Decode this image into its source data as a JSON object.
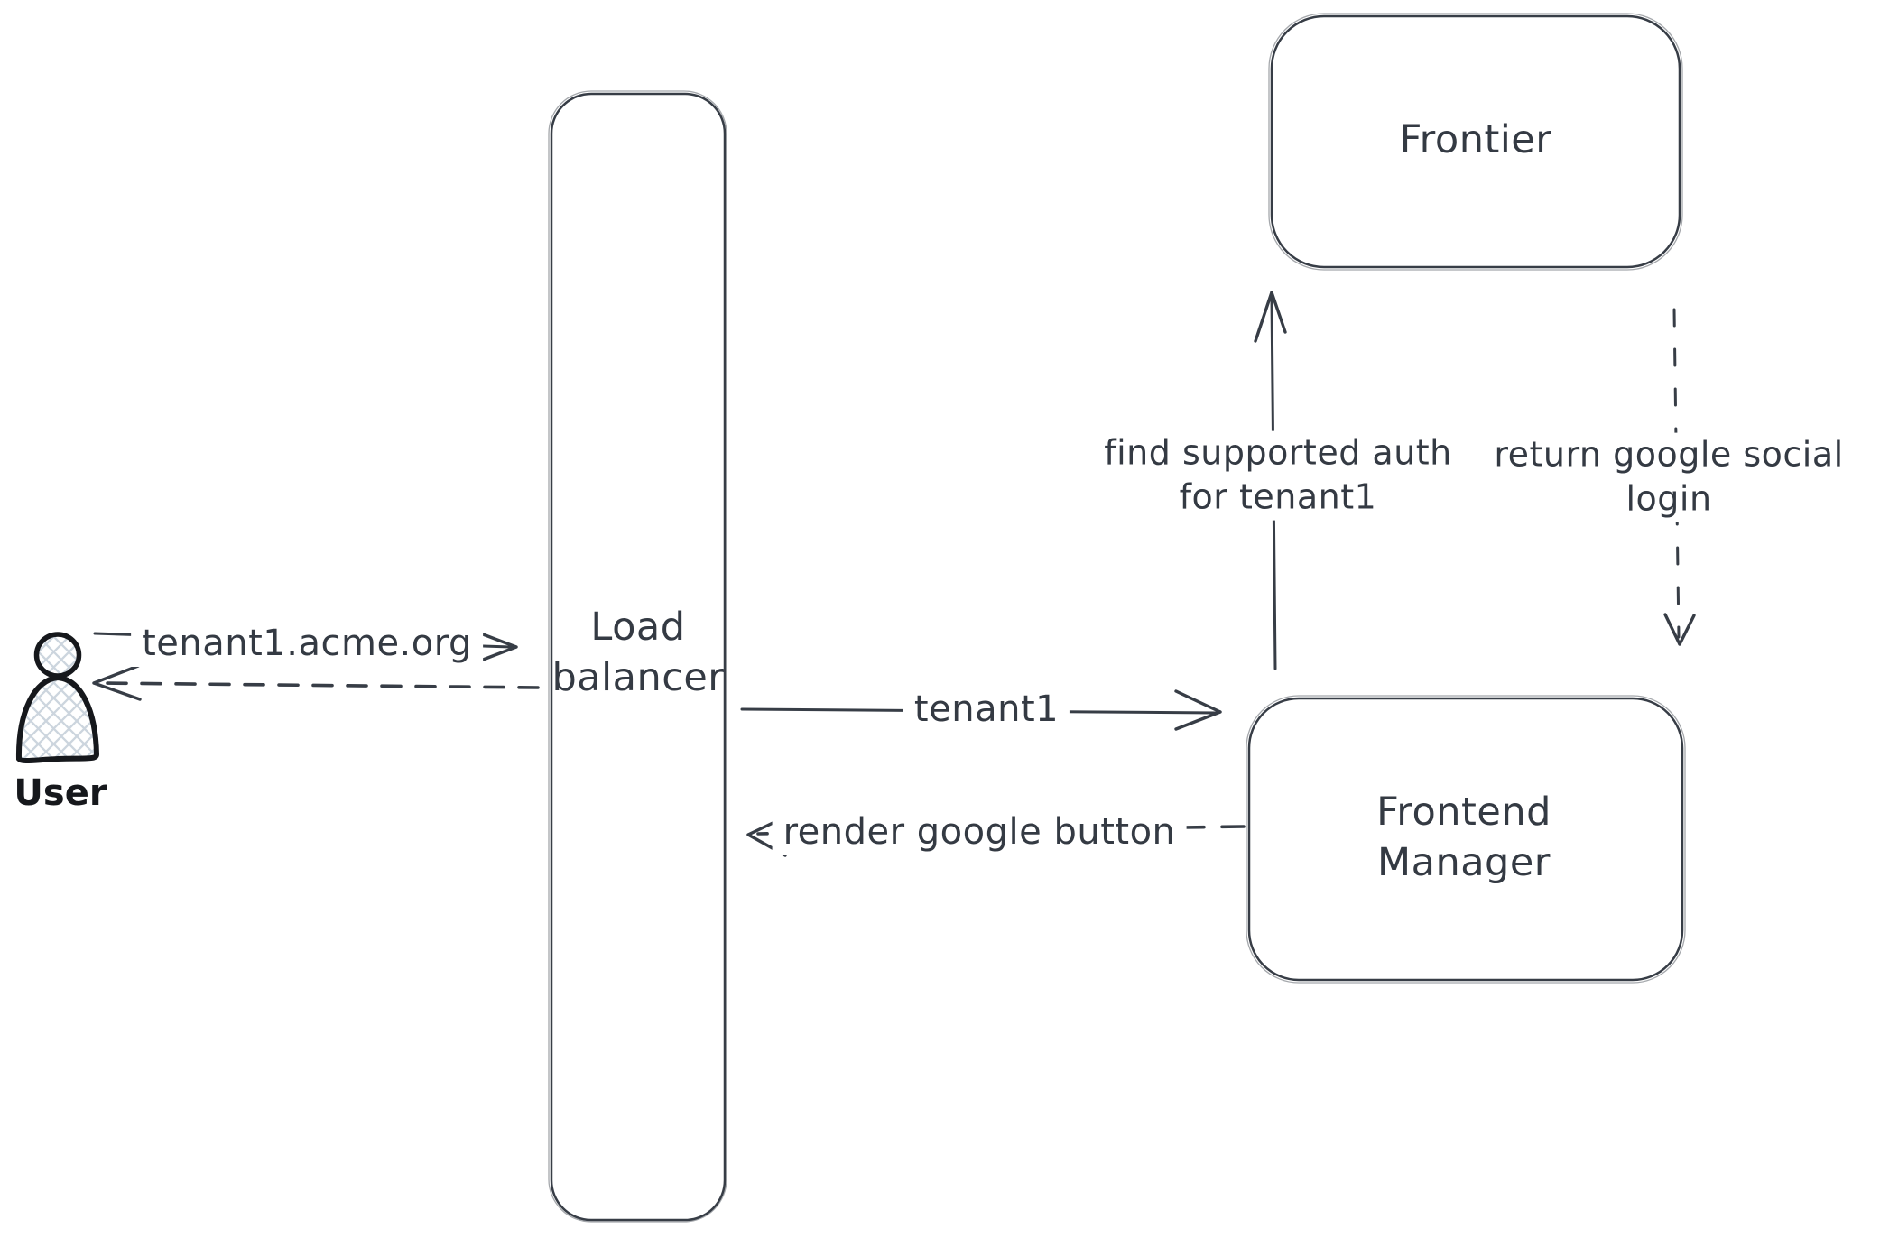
{
  "diagram": {
    "actors": {
      "user": {
        "label": "User"
      }
    },
    "nodes": {
      "load_balancer": {
        "label": "Load balancer"
      },
      "frontier": {
        "label": "Frontier"
      },
      "frontend_manager": {
        "label": "Frontend Manager"
      }
    },
    "edges": {
      "user_to_load_balancer": {
        "label": "tenant1.acme.org",
        "style": "solid",
        "direction": "right"
      },
      "load_balancer_to_user": {
        "style": "dashed",
        "direction": "left"
      },
      "load_balancer_to_frontend_manager": {
        "label": "tenant1",
        "style": "solid",
        "direction": "right"
      },
      "frontend_manager_to_load_balancer": {
        "label": "render google button",
        "style": "dashed",
        "direction": "left"
      },
      "frontend_manager_to_frontier": {
        "label": "find supported auth for tenant1",
        "style": "solid",
        "direction": "up"
      },
      "frontier_to_frontend_manager": {
        "label": "return google social login",
        "style": "dashed",
        "direction": "down"
      }
    },
    "colors": {
      "stroke": "#373d46",
      "text": "#343a43",
      "user_stroke": "#16181c",
      "hatch": "#ccd5de",
      "background": "#ffffff"
    }
  }
}
